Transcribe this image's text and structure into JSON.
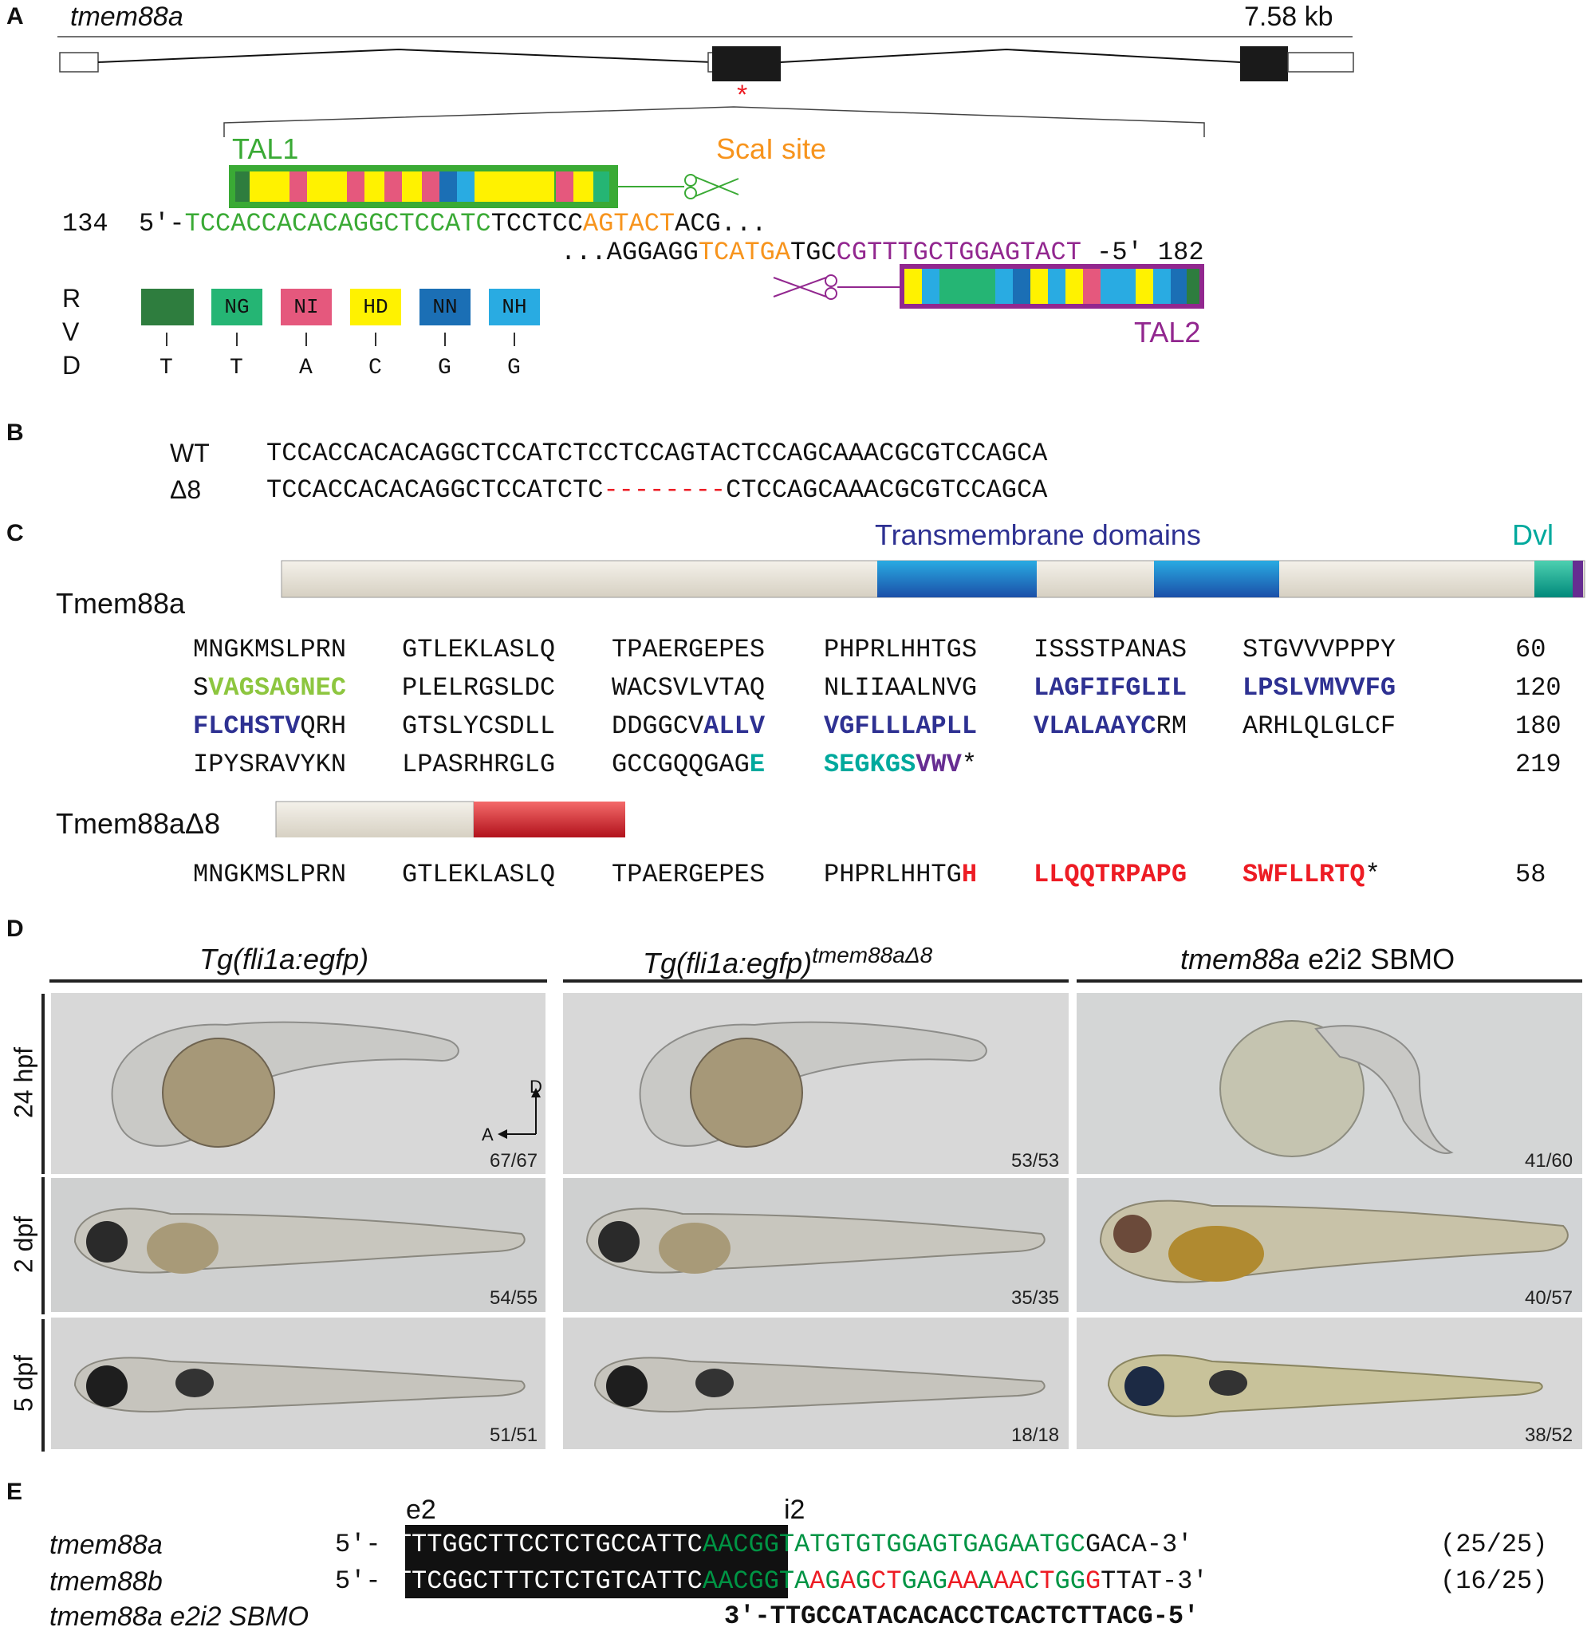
{
  "panel_labels": [
    "A",
    "B",
    "C",
    "D",
    "E"
  ],
  "panelA": {
    "gene": "tmem88a",
    "length": "7.58 kb",
    "tal1": "TAL1",
    "tal2": "TAL2",
    "scal": "ScaI site",
    "top_num": "134",
    "top_5": "5′-",
    "top_green": "TCCACCACACAGGCTCCATC",
    "top_black": "TCCTCC",
    "top_orange": "AGTACT",
    "top_end": "ACG...",
    "bot_start": "...AGGAGG",
    "bot_orange": "TCATGA",
    "bot_black": "TGC",
    "bot_purple": "CGTTTGCTGGAGTACT",
    "bot_end": "-5′",
    "bot_num": "182",
    "rvd_letters": [
      "R",
      "V",
      "D"
    ],
    "rvd_labels": [
      "",
      "NG",
      "NI",
      "HD",
      "NN",
      "NH"
    ],
    "rvd_bases": [
      "T",
      "T",
      "A",
      "C",
      "G",
      "G"
    ],
    "rvd_colors": [
      "#2e7d3e",
      "#25b574",
      "#e5587d",
      "#fff200",
      "#1b6fb5",
      "#29abe2"
    ]
  },
  "panelB": {
    "wt_label": "WT",
    "d8_label": "Δ8",
    "wt_seq": "TCCACCACACAGGCTCCATCTCCTCCAGTACTCCAGCAAACGCGTCCAGCA",
    "d8_a": "TCCACCACACAGGCTCCATCTC",
    "d8_gap": "--------",
    "d8_b": "CTCCAGCAAACGCGTCCAGCA"
  },
  "panelC": {
    "tm_title": "Transmembrane domains",
    "dvl": "Dvl",
    "protein_a": "Tmem88a",
    "protein_b": "Tmem88aΔ8",
    "r1": [
      "MNGKMSLPRN",
      "GTLEKLASLQ",
      "TPAERGEPES",
      "PHPRLHHTGS",
      "ISSSTPANAS",
      "STGVVVPPPY"
    ],
    "r1n": "60",
    "r2a": "S",
    "r2b": "VAGSAGNEC",
    "r2c": [
      "PLELRGSLDC",
      "WACSVLVTAQ",
      "NLIIAALNVG"
    ],
    "r2d": "LAGFIFGLIL",
    "r2e": "LPSLVMVVFG",
    "r2n": "120",
    "r3a": "FLCHSTV",
    "r3b": "QRH",
    "r3c": "GTSLYCSDLL",
    "r3d": "DDGGCV",
    "r3e": "ALLV",
    "r3f": "VGFLLLAPLL",
    "r3g": "VLALAAYC",
    "r3h": "RM",
    "r3i": "ARHLQLGLCF",
    "r3n": "180",
    "r4a": "IPYSRAVYKN",
    "r4b": "LPASRHRGLG",
    "r4c": "GCCGQQGAG",
    "r4d": "E",
    "r4e": "SEGKGS",
    "r4f": "VWV",
    "r4g": "*",
    "r4n": "219",
    "m1": [
      "MNGKMSLPRN",
      "GTLEKLASLQ",
      "TPAERGEPES"
    ],
    "m2a": "PHPRLHHTG",
    "m2b": "H",
    "m2c": "LLQQTRPAPG",
    "m2d": "SWFLLRTQ",
    "m2e": "*",
    "mn": "58"
  },
  "panelD": {
    "col1": "Tg(fli1a:egfp)",
    "col2": "Tg(fli1a:egfp)",
    "col2_sup": "tmem88aΔ8",
    "col3_it": "tmem88a",
    "col3_rest": " e2i2 SBMO",
    "rows": [
      "24 hpf",
      "2 dpf",
      "5 dpf"
    ],
    "axis_d": "D",
    "axis_a": "A",
    "counts": [
      [
        "67/67",
        "53/53",
        "41/60"
      ],
      [
        "54/55",
        "35/35",
        "40/57"
      ],
      [
        "51/51",
        "18/18",
        "38/52"
      ]
    ]
  },
  "panelE": {
    "e2": "e2",
    "i2": "i2",
    "g1": "tmem88a",
    "g2": "tmem88b",
    "g3": "tmem88a e2i2 SBMO",
    "p5": "5′-",
    "s1_exon": "TTTGGCTTCCTCTGCCATTC",
    "s1_green": "AACGGTATGTGTGGAGTGAGAATGC",
    "s1_end": "GACA-3′",
    "s1_count": "(25/25)",
    "s2_exon": "TTCGGCTTTCTCTGTCATTC",
    "s2_segs": [
      [
        "AACGGTA",
        "g"
      ],
      [
        "A",
        "r"
      ],
      [
        "G",
        "g"
      ],
      [
        "A",
        "r"
      ],
      [
        "G",
        "g"
      ],
      [
        "CT",
        "r"
      ],
      [
        "GAG",
        "g"
      ],
      [
        "AA",
        "r"
      ],
      [
        "A",
        "g"
      ],
      [
        "AA",
        "r"
      ],
      [
        "C",
        "g"
      ],
      [
        "T",
        "r"
      ],
      [
        "GG",
        "g"
      ],
      [
        "G",
        "r"
      ]
    ],
    "s2_end": "TTAT-3′",
    "s2_count": "(16/25)",
    "mo": "3′-TTGCCATACACACCTCACTCTTACG-5′"
  }
}
